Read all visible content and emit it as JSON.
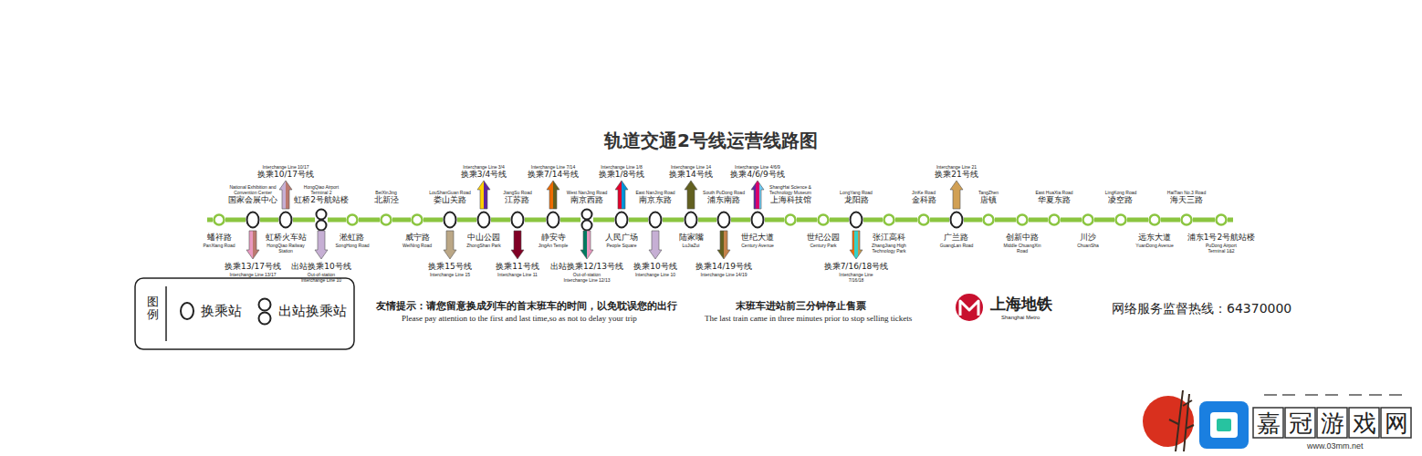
{
  "diagram": {
    "title": "轨道交通2号线运营线路图",
    "nodes": [
      {
        "text": [
          "蟠祥路",
          "PanXiang Road"
        ]
      },
      {
        "text": [
          "国家会展中心",
          "National Exhibition and Convention Center",
          "换乘13/17号线",
          "Interchange Line 13/17"
        ]
      },
      {
        "text": [
          "虹桥火车站",
          "HongQiao Railway Station",
          "换乘10/17号线",
          "Interchange Line 10/17"
        ]
      },
      {
        "text": [
          "虹桥2号航站楼",
          "HongQiao Airport Terminal 2",
          "出站换乘10号线",
          "Out-of-station Interchange Line 10"
        ]
      },
      {
        "text": [
          "淞虹路",
          "SongHong Road"
        ]
      },
      {
        "text": [
          "北新泾",
          "BeiXinJing"
        ]
      },
      {
        "text": [
          "威宁路",
          "WeiNing Road"
        ]
      },
      {
        "text": [
          "娄山关路",
          "LouShanGuan Road",
          "换乘15号线",
          "Interchange Line 15"
        ]
      },
      {
        "text": [
          "中山公园",
          "ZhongShan Park",
          "换乘3/4号线",
          "Interchange Line 3/4"
        ]
      },
      {
        "text": [
          "江苏路",
          "JiangSu Road",
          "换乘11号线",
          "Interchange Line 11"
        ]
      },
      {
        "text": [
          "静安寺",
          "JingAn Temple",
          "换乘7/14号线",
          "Interchange Line 7/14"
        ]
      },
      {
        "text": [
          "南京西路",
          "West NanJing Road",
          "出站换乘12/13号线",
          "Out-of-station Interchange Line 12/13"
        ]
      },
      {
        "text": [
          "人民广场",
          "People Square",
          "换乘1/8号线",
          "Interchange Line 1/8"
        ]
      },
      {
        "text": [
          "南京东路",
          "East NanJing Road",
          "换乘10号线",
          "Interchange Line 10"
        ]
      },
      {
        "text": [
          "陆家嘴",
          "LuJiaZui",
          "换乘14号线",
          "Interchange Line 14"
        ]
      },
      {
        "text": [
          "浦东南路",
          "South PuDong Road",
          "换乘14/19号线",
          "Interchange Line 14/19"
        ]
      },
      {
        "text": [
          "世纪大道",
          "Century Avenue",
          "换乘4/6/9号线",
          "Interchange Line 4/6/9"
        ]
      },
      {
        "text": [
          "上海科技馆",
          "ShangHai Science & Technology Museum"
        ]
      },
      {
        "text": [
          "世纪公园",
          "Century Park"
        ]
      },
      {
        "text": [
          "龙阳路",
          "LongYang Road",
          "换乘7/16/18号线",
          "Interchange Line 7/16/18"
        ]
      },
      {
        "text": [
          "张江高科",
          "ZhangJiang High Technology Park"
        ]
      },
      {
        "text": [
          "金科路",
          "JinKe Road"
        ]
      },
      {
        "text": [
          "广兰路",
          "GuangLan Road",
          "换乘21号线",
          "Interchange Line 21"
        ]
      },
      {
        "text": [
          "唐镇",
          "TangZhen"
        ]
      },
      {
        "text": [
          "创新中路",
          "Middle ChuangXin Road"
        ]
      },
      {
        "text": [
          "华夏东路",
          "East HuaXia Road"
        ]
      },
      {
        "text": [
          "川沙",
          "ChuanSha"
        ]
      },
      {
        "text": [
          "凌空路",
          "LingKong Road"
        ]
      },
      {
        "text": [
          "远东大道",
          "YuanDong Avenue"
        ]
      },
      {
        "text": [
          "海天三路",
          "HaiTian No.3 Road"
        ]
      },
      {
        "text": [
          "浦东1号2号航站楼",
          "PuDong Airport Terminal 1&2"
        ]
      }
    ],
    "edges": [
      {
        "from": 0,
        "to": 1,
        "arrow": "none"
      },
      {
        "from": 1,
        "to": 2,
        "arrow": "none"
      },
      {
        "from": 2,
        "to": 3,
        "arrow": "none"
      },
      {
        "from": 3,
        "to": 4,
        "arrow": "none"
      },
      {
        "from": 4,
        "to": 5,
        "arrow": "none"
      },
      {
        "from": 5,
        "to": 6,
        "arrow": "none"
      },
      {
        "from": 6,
        "to": 7,
        "arrow": "none"
      },
      {
        "from": 7,
        "to": 8,
        "arrow": "none"
      },
      {
        "from": 8,
        "to": 9,
        "arrow": "none"
      },
      {
        "from": 9,
        "to": 10,
        "arrow": "none"
      },
      {
        "from": 10,
        "to": 11,
        "arrow": "none"
      },
      {
        "from": 11,
        "to": 12,
        "arrow": "none"
      },
      {
        "from": 12,
        "to": 13,
        "arrow": "none"
      },
      {
        "from": 13,
        "to": 14,
        "arrow": "none"
      },
      {
        "from": 14,
        "to": 15,
        "arrow": "none"
      },
      {
        "from": 15,
        "to": 16,
        "arrow": "none"
      },
      {
        "from": 16,
        "to": 17,
        "arrow": "none"
      },
      {
        "from": 17,
        "to": 18,
        "arrow": "none"
      },
      {
        "from": 18,
        "to": 19,
        "arrow": "none"
      },
      {
        "from": 19,
        "to": 20,
        "arrow": "none"
      },
      {
        "from": 20,
        "to": 21,
        "arrow": "none"
      },
      {
        "from": 21,
        "to": 22,
        "arrow": "none"
      },
      {
        "from": 22,
        "to": 23,
        "arrow": "none"
      },
      {
        "from": 23,
        "to": 24,
        "arrow": "none"
      },
      {
        "from": 24,
        "to": 25,
        "arrow": "none"
      },
      {
        "from": 25,
        "to": 26,
        "arrow": "none"
      },
      {
        "from": 26,
        "to": 27,
        "arrow": "none"
      },
      {
        "from": 27,
        "to": 28,
        "arrow": "none"
      },
      {
        "from": 28,
        "to": 29,
        "arrow": "none"
      },
      {
        "from": 29,
        "to": 30,
        "arrow": "none"
      }
    ],
    "labels": [
      "图例",
      "友情提示：请您留意换成列车的首末班车的时间，以免耽误您的出行",
      "Please pay attention to the first and last time,so as not to delay your trip",
      "末班车进站前三分钟停止售票",
      "The last train came in three minutes prior to stop selling tickets",
      "上海地铁",
      "Shanghai Metro",
      "网络服务监督热线：64370000",
      "嘉冠游戏网",
      "www.03mm.net"
    ],
    "legend": [
      {
        "text": "换乘站"
      },
      {
        "text": "出站换乘站"
      }
    ]
  }
}
